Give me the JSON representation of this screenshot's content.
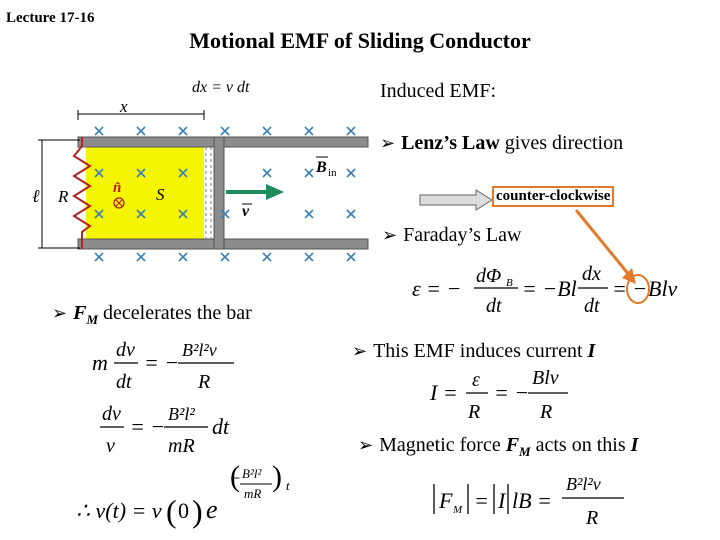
{
  "header": {
    "lecture": "Lecture 17-16",
    "title": "Motional EMF of Sliding Conductor"
  },
  "diagram": {
    "dx_label": "dx = v dt",
    "x_label": "x",
    "l_label": "ℓ",
    "R_label": "R",
    "S_label": "S",
    "n_label": "n̂",
    "B_label": "B",
    "B_sub": "in",
    "v_label": "v",
    "colors": {
      "field_region": "#f5f500",
      "rail": "#8c8c8c",
      "bar_arrow": "#1f8a5c",
      "x_mark": "#3a7fb5",
      "resistor": "#b22222"
    }
  },
  "right": {
    "induced": "Induced EMF:",
    "lenz_bold": "Lenz’s Law",
    "lenz_rest": " gives direction",
    "cw": "counter-clockwise",
    "faraday": "Faraday’s Law",
    "emf_induces": "This EMF induces current ",
    "emf_induces_I": "I",
    "magnetic_force": "Magnetic force ",
    "magnetic_force_F": "F",
    "magnetic_force_M": "M",
    "magnetic_force_rest": " acts on this ",
    "magnetic_force_I": "I"
  },
  "left": {
    "fm_F": "F",
    "fm_M": "M",
    "fm_rest": " decelerates the bar"
  },
  "icons": {
    "bullet": "arrow-bullet-icon",
    "pointer": "orange-pointer-arrow-icon"
  }
}
